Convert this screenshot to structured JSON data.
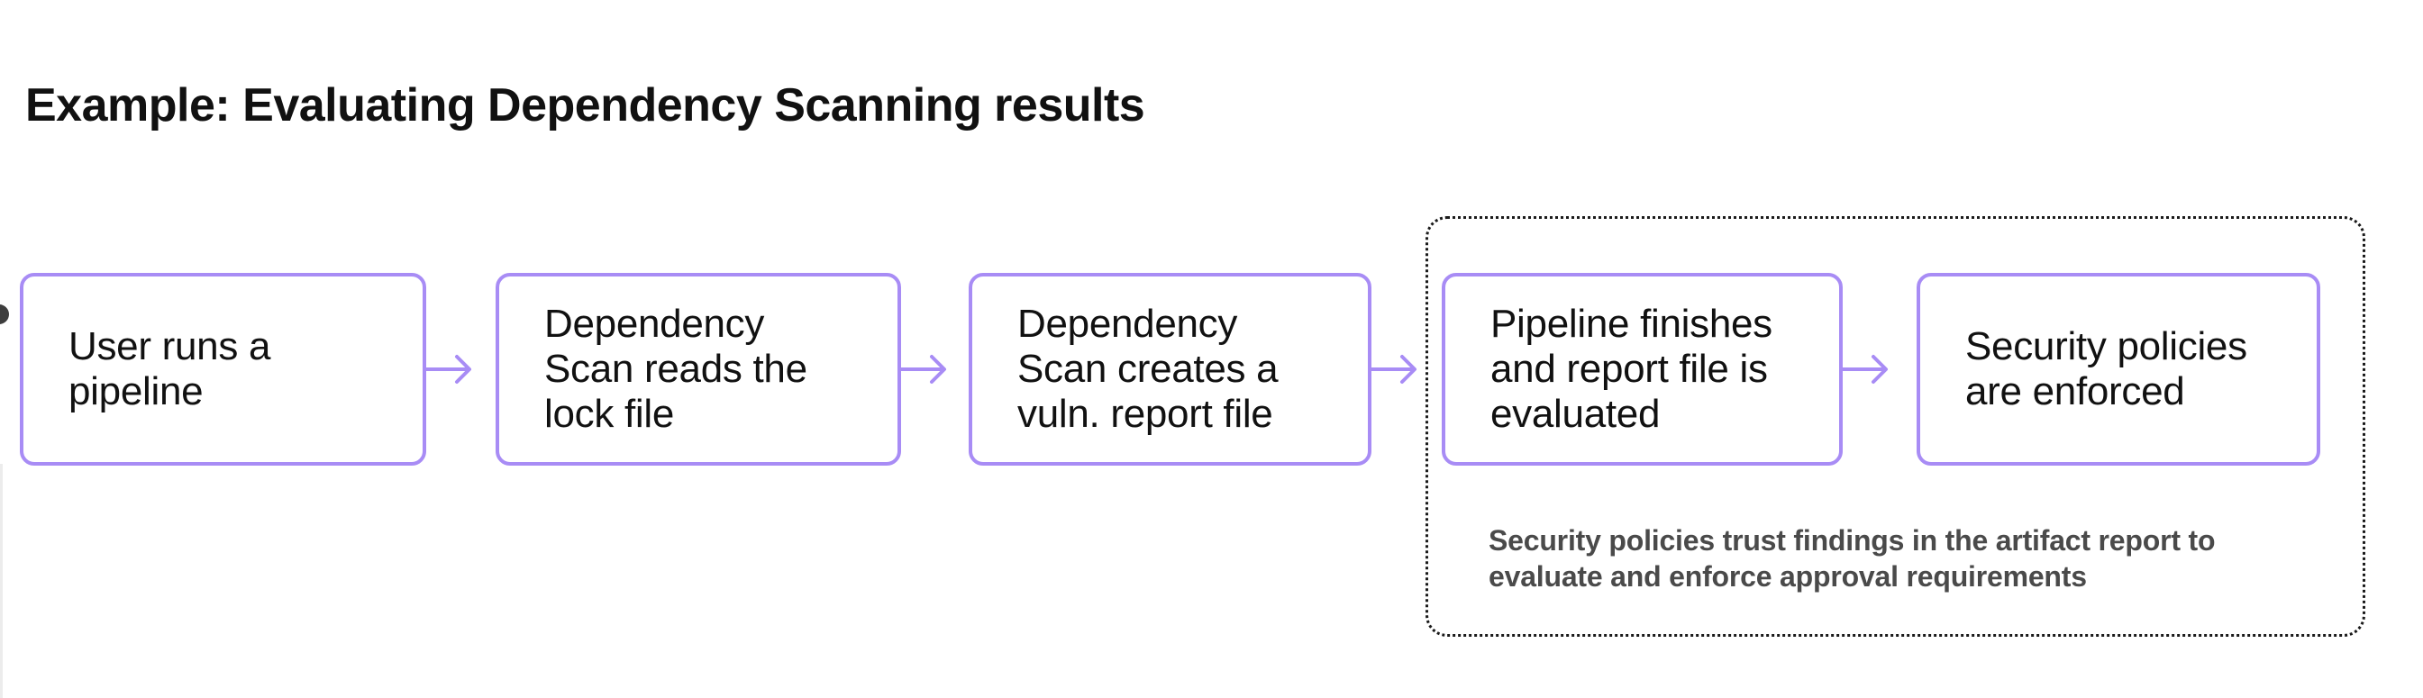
{
  "title": "Example: Evaluating Dependency Scanning results",
  "flow": {
    "boxes": [
      {
        "id": "user-runs-pipeline",
        "lines": [
          "User runs a",
          "pipeline"
        ]
      },
      {
        "id": "scan-reads-lock-file",
        "lines": [
          "Dependency",
          "Scan reads the",
          "lock file"
        ]
      },
      {
        "id": "scan-creates-report",
        "lines": [
          "Dependency",
          "Scan creates a",
          "vuln. report file"
        ]
      },
      {
        "id": "pipeline-finishes",
        "lines": [
          "Pipeline finishes",
          "and report file is",
          "evaluated"
        ]
      },
      {
        "id": "policies-enforced",
        "lines": [
          "Security policies",
          "are enforced"
        ]
      }
    ],
    "annotation": {
      "lines": [
        "Security policies trust findings in the artifact report to",
        "evaluate and enforce approval requirements"
      ]
    }
  },
  "colors": {
    "box_border": "#a88cf5",
    "arrow": "#a88cf5",
    "dotted_border": "#1a1a1a",
    "title_text": "#111111",
    "box_text": "#111111",
    "annotation_text": "#4a4a4a"
  }
}
